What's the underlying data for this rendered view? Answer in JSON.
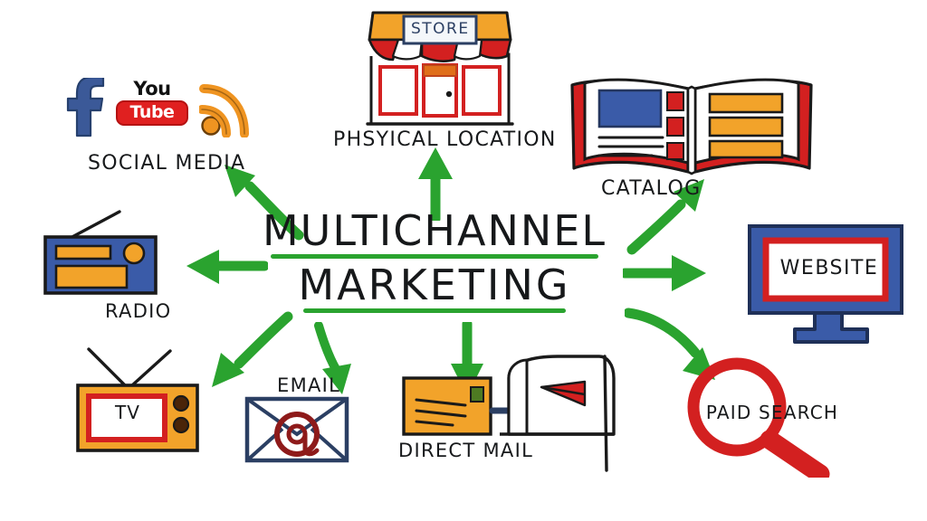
{
  "center": {
    "line1": "MULTICHANNEL",
    "line2": "MARKETING",
    "underline_color": "#2aa32f"
  },
  "colors": {
    "arrow_green": "#2aa32f",
    "brand_red": "#d32020",
    "brand_orange": "#f2a32a",
    "brand_blue": "#3a5ba8",
    "facebook_blue": "#3b5998",
    "youtube_red": "#e02020",
    "rss_orange": "#ef9421",
    "ink_black": "#17191b",
    "background": "#ffffff"
  },
  "channels": [
    {
      "id": "social-media",
      "label": "SOCIAL MEDIA",
      "icons": [
        "facebook-icon",
        "youtube-icon",
        "rss-icon"
      ],
      "youtube": {
        "top_word": "You",
        "bottom_word": "Tube"
      }
    },
    {
      "id": "physical-location",
      "label": "PHSYICAL LOCATION",
      "sign_text": "STORE",
      "icons": [
        "storefront-icon"
      ]
    },
    {
      "id": "catalog",
      "label": "CATALOG",
      "icons": [
        "open-book-icon"
      ]
    },
    {
      "id": "website",
      "label": "WEBSITE",
      "icons": [
        "monitor-icon"
      ]
    },
    {
      "id": "radio",
      "label": "RADIO",
      "icons": [
        "radio-icon"
      ]
    },
    {
      "id": "tv",
      "label": "TV",
      "screen_text": "TV",
      "icons": [
        "television-icon"
      ]
    },
    {
      "id": "email",
      "label": "EMAIL",
      "icons": [
        "envelope-at-icon"
      ]
    },
    {
      "id": "direct-mail",
      "label": "DIRECT MAIL",
      "icons": [
        "letter-icon",
        "mailbox-icon",
        "arrow-right-icon"
      ]
    },
    {
      "id": "paid-search",
      "label": "PAID SEARCH",
      "icons": [
        "magnifying-glass-icon"
      ]
    }
  ],
  "arrows": [
    {
      "id": "arrow-to-social-media",
      "target": "social-media",
      "direction": "up-left"
    },
    {
      "id": "arrow-to-physical-location",
      "target": "physical-location",
      "direction": "up"
    },
    {
      "id": "arrow-to-catalog",
      "target": "catalog",
      "direction": "up-right"
    },
    {
      "id": "arrow-to-website",
      "target": "website",
      "direction": "right"
    },
    {
      "id": "arrow-to-radio",
      "target": "radio",
      "direction": "left"
    },
    {
      "id": "arrow-to-tv",
      "target": "tv",
      "direction": "down-left"
    },
    {
      "id": "arrow-to-email",
      "target": "email",
      "direction": "down"
    },
    {
      "id": "arrow-to-direct-mail",
      "target": "direct-mail",
      "direction": "down"
    },
    {
      "id": "arrow-to-paid-search",
      "target": "paid-search",
      "direction": "down-right"
    }
  ]
}
